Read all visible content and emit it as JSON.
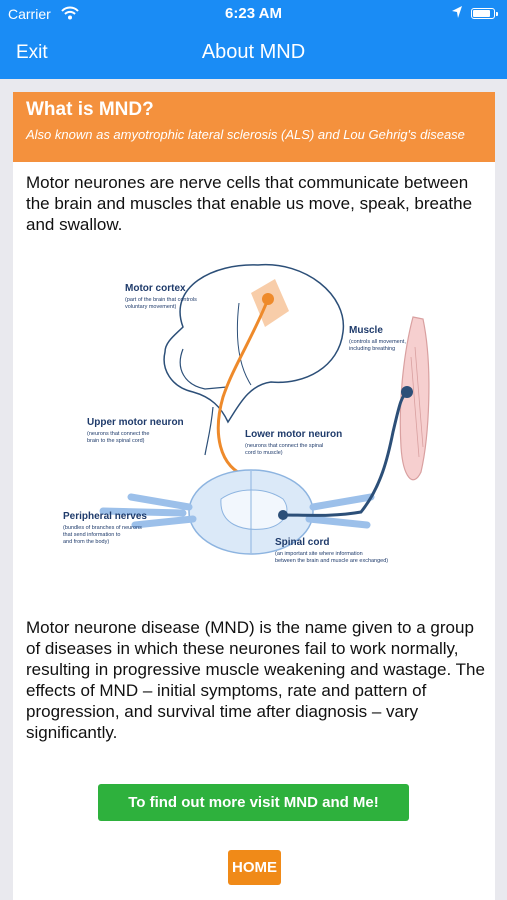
{
  "status_bar": {
    "carrier": "Carrier",
    "time": "6:23 AM",
    "battery_level": 0.9
  },
  "nav": {
    "back_label": "Exit",
    "title": "About MND"
  },
  "section": {
    "title": "What is MND?",
    "subtitle": "Also known as amyotrophic lateral sclerosis (ALS) and Lou Gehrig's disease"
  },
  "intro_text": "Motor neurones are nerve cells that communicate between the brain and muscles that enable us move, speak, breathe and swallow.",
  "diagram": {
    "motor_cortex": {
      "title": "Motor cortex",
      "desc": [
        "(part of the brain that controls",
        "voluntary movement)"
      ]
    },
    "muscle": {
      "title": "Muscle",
      "desc": [
        "(controls all movement,",
        "including breathing"
      ]
    },
    "upper_motor_neuron": {
      "title": "Upper motor neuron",
      "desc": [
        "(neurons that connect the",
        "brain to the spinal cord)"
      ]
    },
    "lower_motor_neuron": {
      "title": "Lower motor neuron",
      "desc": [
        "(neurons that connect the spinal",
        "cord to muscle)"
      ]
    },
    "peripheral_nerves": {
      "title": "Peripheral nerves",
      "desc": [
        "(bundles of branches of neurons",
        "that send information to",
        "and from the body)"
      ]
    },
    "spinal_cord": {
      "title": "Spinal cord",
      "desc": [
        "(an important site where information",
        "between the brain and muscle are exchanged)"
      ]
    }
  },
  "body_text": "Motor neurone disease (MND) is the name given to a group of diseases in which these neurones fail to work normally, resulting in progressive muscle weakening and wastage. The effects of MND – initial symptoms, rate and pattern of progression, and survival time after diagnosis – vary significantly.",
  "cta_label": "To find out more visit MND and Me!",
  "home_label": "HOME",
  "colors": {
    "nav_bar": "#1a8cf5",
    "header": "#f4913d",
    "cta": "#2eb13d",
    "home": "#f08a18"
  },
  "icons": [
    "wifi-icon",
    "location-arrow-icon",
    "battery-icon"
  ]
}
